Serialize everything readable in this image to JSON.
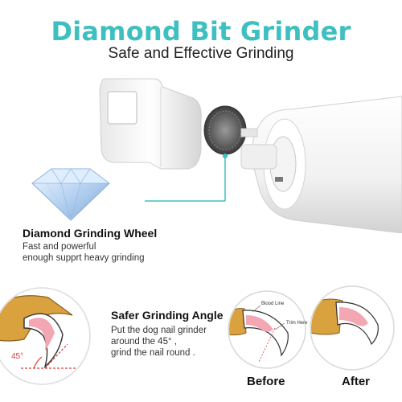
{
  "header": {
    "title": "Diamond Bit Grinder",
    "subtitle": "Safe and Effective Grinding"
  },
  "diamond_section": {
    "heading": "Diamond Grinding Wheel",
    "line1": "Fast and powerful",
    "line2": "enough supprt heavy grinding"
  },
  "angle_section": {
    "heading": "Safer Grinding Angle",
    "line1": "Put the dog nail grinder",
    "line2": "around the 45° ,",
    "line3": "grind the nail round .",
    "angle_label": "45°"
  },
  "before_figure": {
    "label": "Before",
    "blood_line": "Blood Line",
    "trim_here": "Trim Here"
  },
  "after_figure": {
    "label": "After"
  },
  "colors": {
    "accent": "#3ebfc1",
    "paw": "#d9a23f",
    "nail_pink": "#f2a7b2",
    "angle_red": "#e23a3a"
  }
}
